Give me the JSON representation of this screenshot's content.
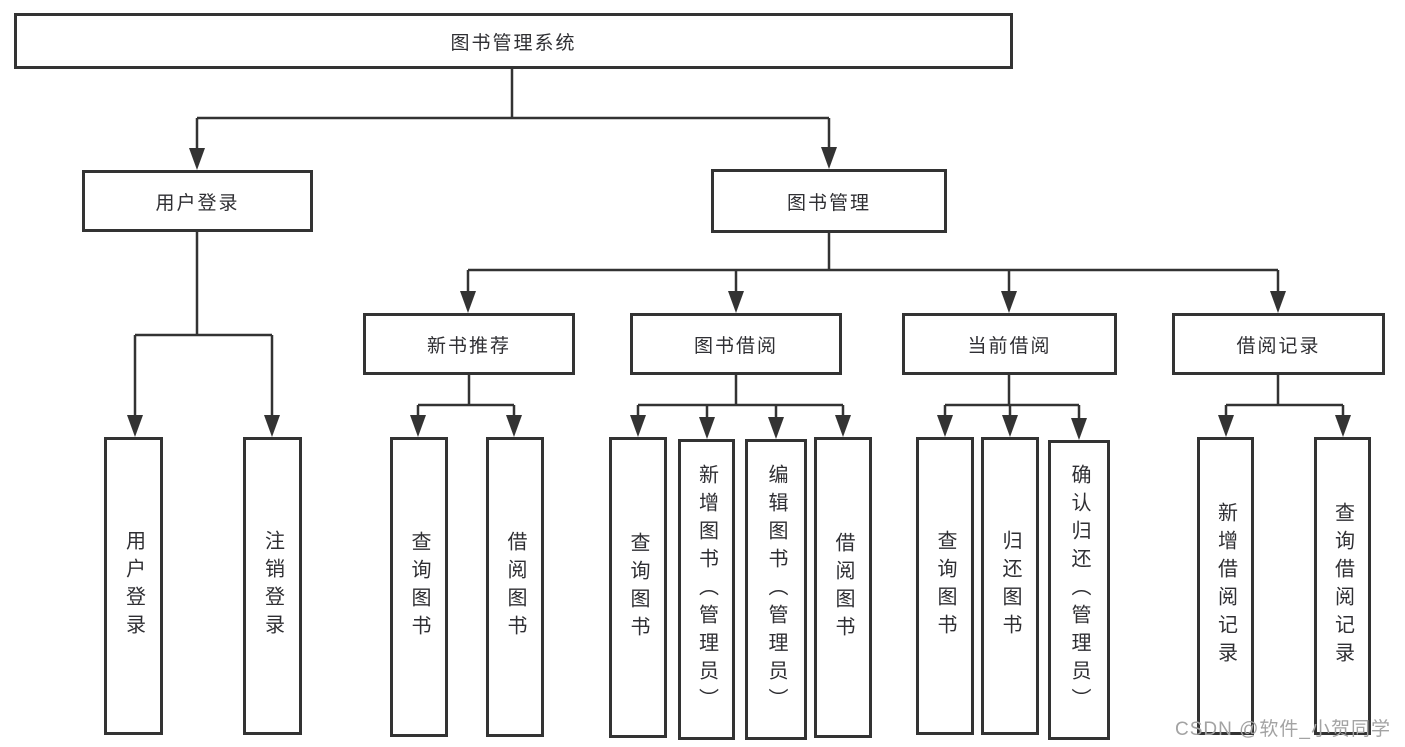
{
  "tree": {
    "root": "图书管理系统",
    "level2": [
      "用户登录",
      "图书管理"
    ],
    "level3": [
      "新书推荐",
      "图书借阅",
      "当前借阅",
      "借阅记录"
    ],
    "leaves": {
      "user_login": [
        "用户登录",
        "注销登录"
      ],
      "new_book": [
        "查询图书",
        "借阅图书"
      ],
      "book_borrow": [
        "查询图书",
        "新增图书（管理员）",
        "编辑图书（管理员）",
        "借阅图书"
      ],
      "current_borrow": [
        "查询图书",
        "归还图书",
        "确认归还（管理员）"
      ],
      "borrow_record": [
        "新增借阅记录",
        "查询借阅记录"
      ]
    }
  },
  "watermark": "CSDN @软件_小贺同学",
  "colors": {
    "line": "#333333",
    "box_border": "#333333",
    "text": "#2f2f33",
    "box_background": "#ffffff",
    "page_background": "#ffffff",
    "watermark": "#a3a3a3"
  }
}
